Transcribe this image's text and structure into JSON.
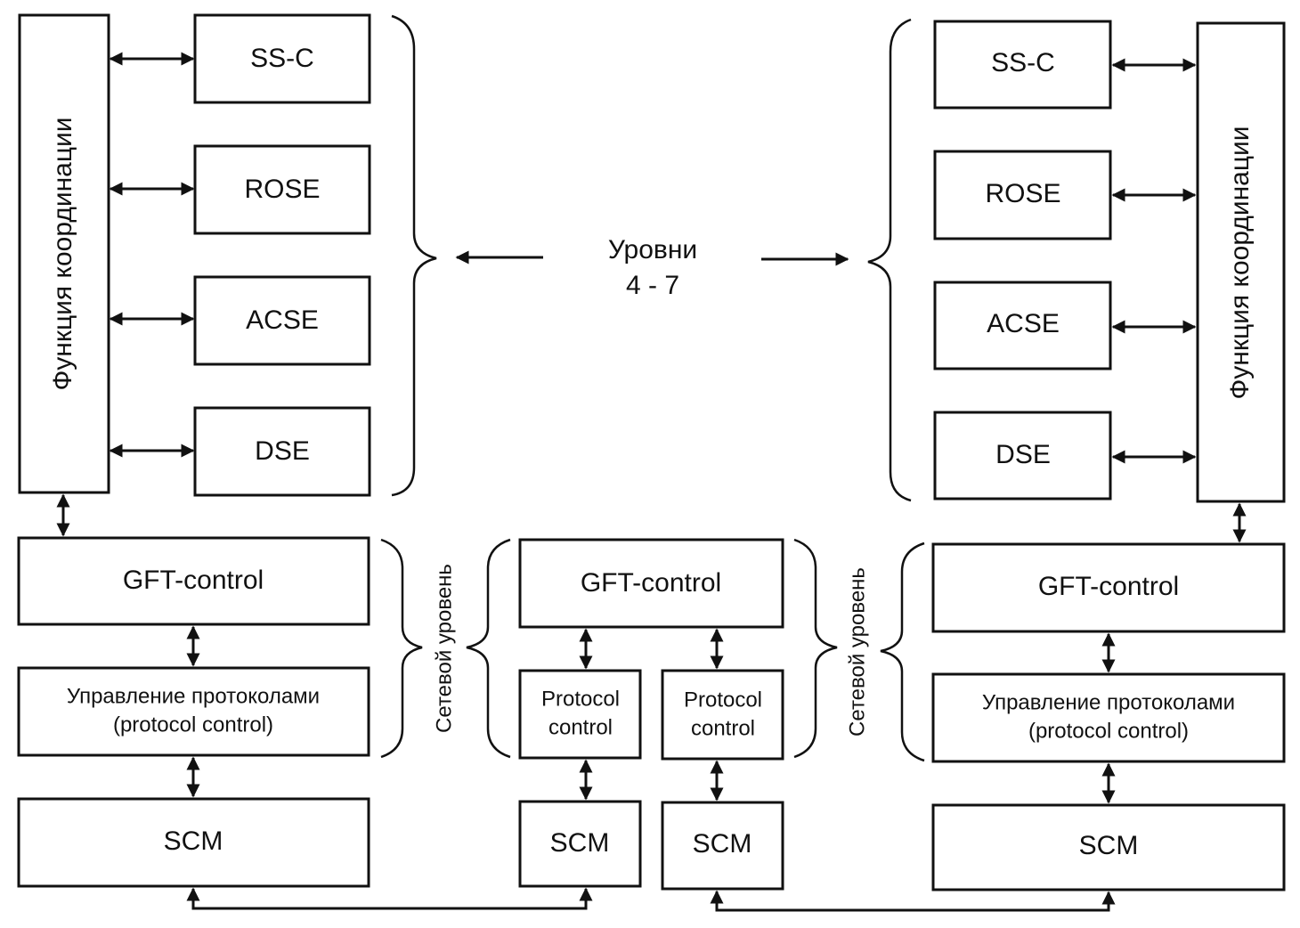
{
  "left_station": {
    "coordination": "Функция координации",
    "ase": [
      "SS-C",
      "ROSE",
      "ACSE",
      "DSE"
    ],
    "gft_control": "GFT-control",
    "protocol_control": [
      "Управление протоколами",
      "(protocol control)"
    ],
    "scm": "SCM"
  },
  "center_node": {
    "gft_control": "GFT-control",
    "protocol_control_a": [
      "Protocol",
      "control"
    ],
    "protocol_control_b": [
      "Protocol",
      "control"
    ],
    "scm_a": "SCM",
    "scm_b": "SCM"
  },
  "right_station": {
    "coordination": "Функция координации",
    "ase": [
      "SS-C",
      "ROSE",
      "ACSE",
      "DSE"
    ],
    "gft_control": "GFT-control",
    "protocol_control": [
      "Управление протоколами",
      "(protocol control)"
    ],
    "scm": "SCM"
  },
  "layers": {
    "upper": [
      "Уровни",
      "4 - 7"
    ],
    "network_left": "Сетевой уровень",
    "network_right": "Сетевой уровень"
  }
}
